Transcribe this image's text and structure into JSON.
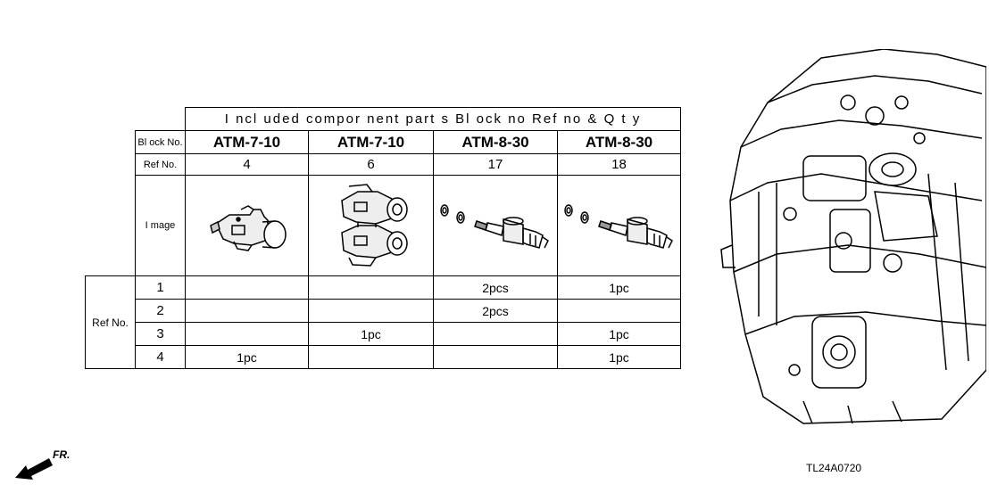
{
  "table": {
    "title": "I ncl uded compor nent  part s  Bl ock  no  Ref  no & Q t y",
    "block_label": "Bl ock No.",
    "ref_label": "Ref No.",
    "image_label": "I mage",
    "columns": [
      {
        "block": "ATM-7-10",
        "ref": "4"
      },
      {
        "block": "ATM-7-10",
        "ref": "6"
      },
      {
        "block": "ATM-8-30",
        "ref": "17"
      },
      {
        "block": "ATM-8-30",
        "ref": "18"
      }
    ],
    "side_label": "Ref  No.",
    "rows": [
      {
        "ref": "1",
        "qty": [
          "",
          "",
          "2pcs",
          "1pc"
        ]
      },
      {
        "ref": "2",
        "qty": [
          "",
          "",
          "2pcs",
          ""
        ]
      },
      {
        "ref": "3",
        "qty": [
          "",
          "1pc",
          "",
          "1pc"
        ]
      },
      {
        "ref": "4",
        "qty": [
          "1pc",
          "",
          "",
          "1pc"
        ]
      }
    ]
  },
  "direction_label": "FR.",
  "diagram_code": "TL24A0720"
}
